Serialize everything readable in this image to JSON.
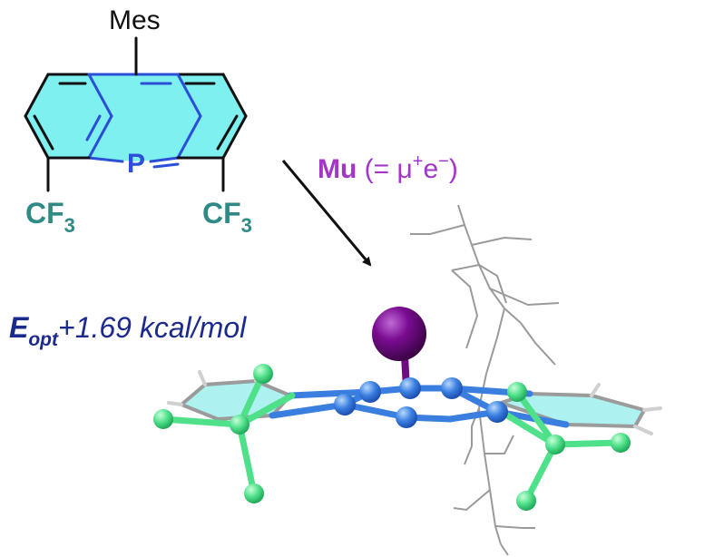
{
  "labels": {
    "mesityl": "Mes",
    "phosphorus": "P",
    "cf3_left": {
      "main": "CF",
      "sub": "3"
    },
    "cf3_right": {
      "main": "CF",
      "sub": "3"
    },
    "muonium": {
      "symbol": "Mu",
      "open": " (= μ",
      "plus": "+",
      "e": "e",
      "minus": "−",
      "close": ")"
    },
    "energy": {
      "symbol": "E",
      "sub": "opt",
      "value": "+1.69 kcal/mol"
    }
  },
  "colors": {
    "ring_fill": "#7df0ef",
    "bond_black": "#111111",
    "bond_blue": "#2b4fd6",
    "phosphorus_text": "#2b4fd6",
    "cf3_text": "#2f8a86",
    "muonium_text": "#a335c8",
    "energy_text": "#1c2a8c",
    "model_fluorine": "#4fe08a",
    "model_core": "#3a7fe0",
    "model_mu": "#6e0a82",
    "model_frame": "#9a9a9a",
    "model_face": "#9ff0ee"
  },
  "icons": {
    "reaction_arrow": "arrow-down-right-icon"
  }
}
